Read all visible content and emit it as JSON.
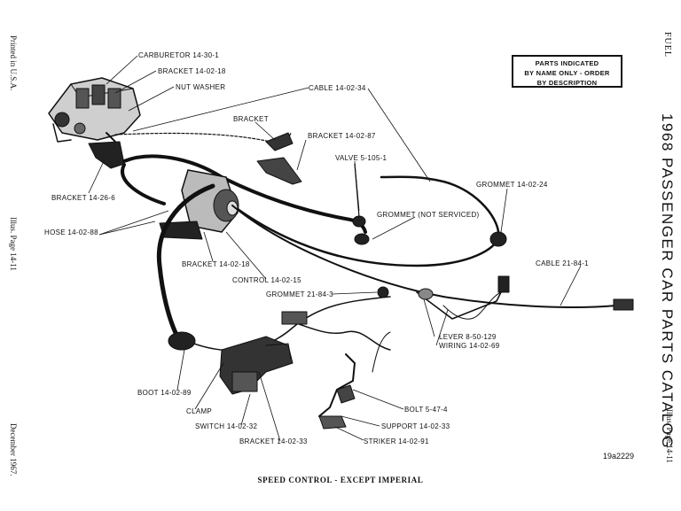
{
  "header": {
    "section": "FUEL",
    "catalog_title": "1968 PASSENGER CAR PARTS CATALOG",
    "illus_page_right": "Illus. Page 14-11"
  },
  "left_margin": {
    "printed": "Printed in U.S.A.",
    "illus_page": "Illus. Page 14-11",
    "date": "December 1967."
  },
  "parts_box": {
    "line1": "PARTS INDICATED",
    "line2": "BY NAME ONLY - ORDER",
    "line3": "BY DESCRIPTION"
  },
  "labels": {
    "carburetor": "CARBURETOR 14-30-1",
    "bracket_14_02_18_top": "BRACKET 14-02-18",
    "nut_washer": "NUT WASHER",
    "cable_14_02_34": "CABLE 14-02-34",
    "bracket": "BRACKET",
    "bracket_14_02_87": "BRACKET 14-02-87",
    "valve": "VALVE 5-105-1",
    "grommet_14_02_24": "GROMMET 14-02-24",
    "bracket_14_26_6": "BRACKET 14-26-6",
    "grommet_not_serviced": "GROMMET (NOT SERVICED)",
    "hose": "HOSE 14-02-88",
    "cable_21_84_1": "CABLE 21-84-1",
    "bracket_14_02_18_mid": "BRACKET 14-02-18",
    "control": "CONTROL 14-02-15",
    "grommet_21_84_3": "GROMMET 21-84-3",
    "lever": "LEVER 8-50-129",
    "wiring": "WIRING 14-02-69",
    "boot": "BOOT 14-02-89",
    "clamp": "CLAMP",
    "bolt": "BOLT 5-47-4",
    "switch": "SWITCH 14-02-32",
    "support": "SUPPORT 14-02-33",
    "bracket_14_02_33": "BRACKET 14-02-33",
    "striker": "STRIKER 14-02-91"
  },
  "figure_number": "19a2229",
  "caption": "SPEED CONTROL - EXCEPT IMPERIAL"
}
